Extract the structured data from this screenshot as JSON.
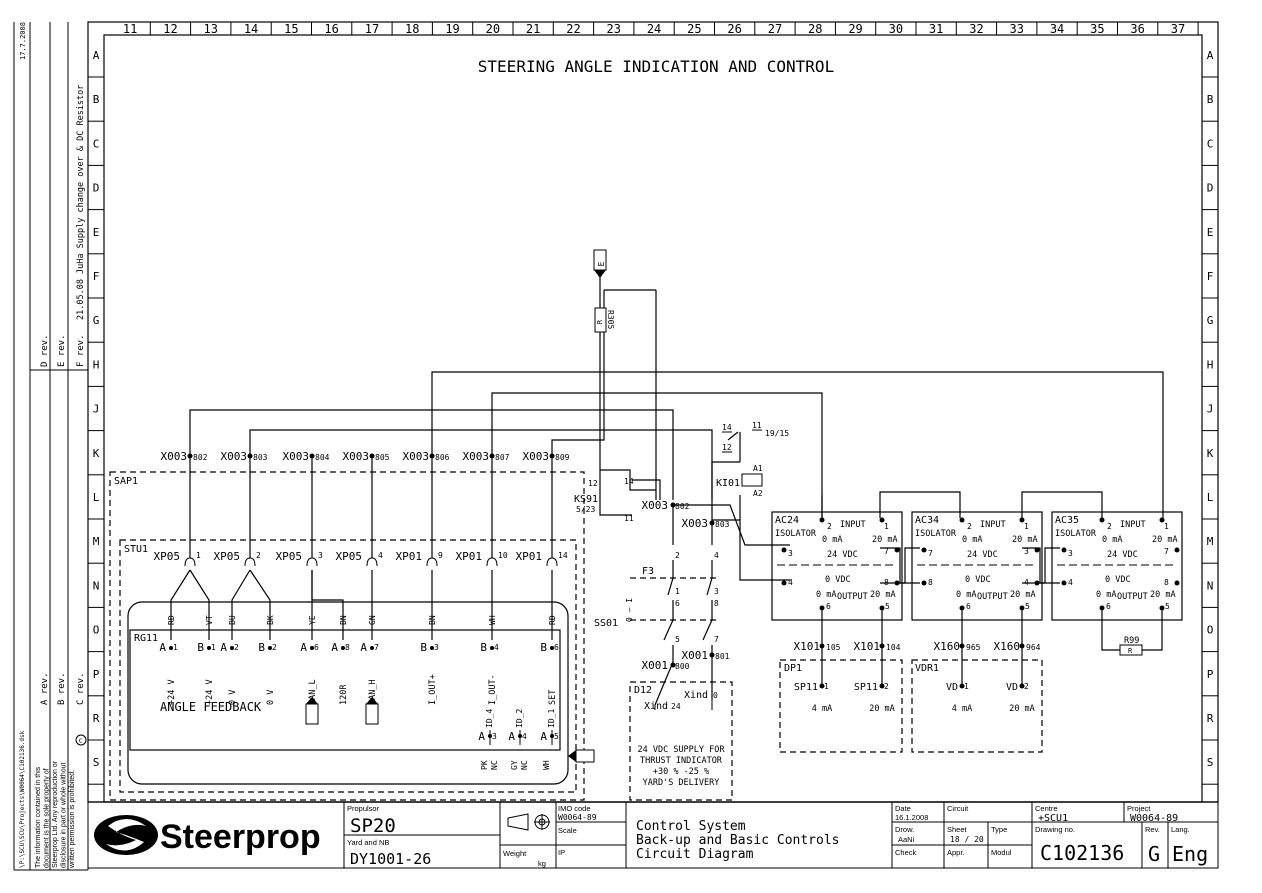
{
  "title": "STEERING ANGLE INDICATION AND CONTROL",
  "column_numbers": [
    "11",
    "12",
    "13",
    "14",
    "15",
    "16",
    "17",
    "18",
    "19",
    "20",
    "21",
    "22",
    "23",
    "24",
    "25",
    "26",
    "27",
    "28",
    "29",
    "30",
    "31",
    "32",
    "33",
    "34",
    "35",
    "36",
    "37"
  ],
  "row_letters": [
    "A",
    "B",
    "C",
    "D",
    "E",
    "F",
    "G",
    "H",
    "J",
    "K",
    "L",
    "M",
    "N",
    "O",
    "P",
    "R",
    "S"
  ],
  "revisions": {
    "rev_labels": [
      "D rev.",
      "E rev.",
      "F rev.",
      "A rev.",
      "B rev.",
      "C rev."
    ],
    "f_rev_note": "21.05.08 JuHa Supply change over & DC Resistor",
    "top_date": "17.7.2008",
    "file_path": "\\P:\\SCU\\SCU\\Projects\\W0064\\C102136.dsk",
    "disclaimer": [
      "The information contained in this",
      "document is the sole property of",
      "Steerprop Ltd. Any reproduction or",
      "disclosure in part or whole without",
      "written permission is prohibited."
    ]
  },
  "connectors_top": [
    {
      "name": "X003",
      "pin": "802"
    },
    {
      "name": "X003",
      "pin": "803"
    },
    {
      "name": "X003",
      "pin": "804"
    },
    {
      "name": "X003",
      "pin": "805"
    },
    {
      "name": "X003",
      "pin": "806"
    },
    {
      "name": "X003",
      "pin": "807"
    },
    {
      "name": "X003",
      "pin": "809"
    }
  ],
  "sap1": "SAP1",
  "stu1": "STU1",
  "xp_pins": [
    {
      "name": "XP05",
      "pin": "1"
    },
    {
      "name": "XP05",
      "pin": "2"
    },
    {
      "name": "XP05",
      "pin": "3"
    },
    {
      "name": "XP05",
      "pin": "4"
    },
    {
      "name": "XP01",
      "pin": "9"
    },
    {
      "name": "XP01",
      "pin": "10"
    },
    {
      "name": "XP01",
      "pin": "14"
    }
  ],
  "wire_colors": [
    "RD",
    "VT",
    "BU",
    "BK",
    "YE",
    "BN",
    "GN",
    "BN",
    "WH",
    "RD"
  ],
  "rg11": {
    "name": "RG11",
    "pins": [
      {
        "row": "A",
        "num": "1",
        "label": "+24 V"
      },
      {
        "row": "B",
        "num": "1",
        "label": "+24 V"
      },
      {
        "row": "A",
        "num": "2",
        "label": "0 V"
      },
      {
        "row": "B",
        "num": "2",
        "label": "0 V"
      },
      {
        "row": "A",
        "num": "6",
        "label": "CAN_L"
      },
      {
        "row": "A",
        "num": "8",
        "label": "120R"
      },
      {
        "row": "A",
        "num": "7",
        "label": "CAN_H"
      },
      {
        "row": "B",
        "num": "3",
        "label": "I_OUT+"
      },
      {
        "row": "B",
        "num": "4",
        "label": "I_OUT-"
      },
      {
        "row": "B",
        "num": "6",
        "label": "SET"
      }
    ],
    "angle_feedback": "ANGLE FEEDBACK",
    "id_pins": [
      {
        "label": "ID_4",
        "row": "A",
        "num": "3",
        "color": "PK",
        "nc": "NC"
      },
      {
        "label": "ID_2",
        "row": "A",
        "num": "4",
        "color": "GY",
        "nc": "NC"
      },
      {
        "label": "ID_1",
        "row": "A",
        "num": "5",
        "color": "WH",
        "nc": ""
      }
    ],
    "ref_tags": [
      "B",
      "B"
    ]
  },
  "relay": {
    "e_tag": "E",
    "resistor": "R",
    "resistor_name": "R305",
    "ks91": "KS91",
    "ks91_ref": "5/23",
    "pins": [
      "12",
      "14",
      "11"
    ],
    "contact_14": "14",
    "contact_11": "11",
    "contact_ref": "19/15",
    "contact_12": "12",
    "ki01": "KI01",
    "a1": "A1",
    "a2": "A2",
    "x003_802": {
      "name": "X003",
      "pin": "802"
    },
    "x003_803": {
      "name": "X003",
      "pin": "803"
    },
    "f3": "F3",
    "f3_pins": [
      "2",
      "4",
      "1",
      "3",
      "6",
      "8"
    ],
    "ss01": "SS01",
    "ss01_label": "0 — I",
    "ss01_pins": [
      "5",
      "7"
    ],
    "x001_800": {
      "name": "X001",
      "pin": "800"
    },
    "x001_801": {
      "name": "X001",
      "pin": "801"
    }
  },
  "d12": {
    "name": "D12",
    "xind1": "Xind",
    "pin1": "24",
    "xind2": "Xind",
    "pin2": "0",
    "note": [
      "24 VDC SUPPLY FOR",
      "THRUST INDICATOR",
      "+30 % -25 %",
      "YARD'S DELIVERY"
    ]
  },
  "isolators": [
    {
      "name": "AC24",
      "sub": "ISOLATOR",
      "input": "INPUT",
      "output": "OUTPUT",
      "vdc24": "24 VDC",
      "vdc0": "0 VDC",
      "ma0": "0 mA",
      "ma20": "20 mA",
      "pins": {
        "p2": "2",
        "p1": "1",
        "p3": "3",
        "p7": "7",
        "p4": "4",
        "p8": "8",
        "p6": "6",
        "p5": "5"
      }
    },
    {
      "name": "AC34",
      "sub": "ISOLATOR",
      "input": "INPUT",
      "output": "OUTPUT",
      "vdc24": "24 VDC",
      "vdc0": "0 VDC",
      "ma0": "0 mA",
      "ma20": "20 mA",
      "pins": {
        "p2": "2",
        "p1": "1",
        "p3": "7",
        "p7": "3",
        "p4": "8",
        "p8": "4",
        "p6": "6",
        "p5": "5"
      }
    },
    {
      "name": "AC35",
      "sub": "ISOLATOR",
      "input": "INPUT",
      "output": "OUTPUT",
      "vdc24": "24 VDC",
      "vdc0": "0 VDC",
      "ma0": "0 mA",
      "ma20": "20 mA",
      "pins": {
        "p2": "2",
        "p1": "1",
        "p3": "3",
        "p7": "7",
        "p4": "4",
        "p8": "8",
        "p6": "6",
        "p5": "5"
      }
    }
  ],
  "terminals_bottom": [
    {
      "name": "X101",
      "pin": "105"
    },
    {
      "name": "X101",
      "pin": "104"
    },
    {
      "name": "X160",
      "pin": "965"
    },
    {
      "name": "X160",
      "pin": "964"
    }
  ],
  "r99": {
    "name": "R99",
    "body": "R"
  },
  "dp1": {
    "name": "DP1",
    "p1": {
      "name": "SP11",
      "pin": "1",
      "val": "4 mA"
    },
    "p2": {
      "name": "SP11",
      "pin": "2",
      "val": "20 mA"
    }
  },
  "vdr1": {
    "name": "VDR1",
    "p1": {
      "name": "VD",
      "pin": "1",
      "val": "4 mA"
    },
    "p2": {
      "name": "VD",
      "pin": "2",
      "val": "20 mA"
    }
  },
  "title_block": {
    "logo": "Steerprop",
    "propulsor_label": "Propulsor",
    "propulsor": "SP20",
    "yard_label": "Yard and NB",
    "yard": "DY1001-26",
    "imo_label": "IMO code",
    "imo": "W0064-89",
    "scale_label": "Scale",
    "weight_label": "Weight",
    "weight_unit": "kg",
    "ip_label": "IP",
    "desc": [
      "Control System",
      "Back-up and Basic Controls",
      "Circuit Diagram"
    ],
    "date_label": "Date",
    "date": "16.1.2008",
    "circuit_label": "Circuit",
    "drow_label": "Drow.",
    "drow": "AaNi",
    "sheet_label": "Sheet",
    "sheet": "18 / 20",
    "type_label": "Type",
    "check_label": "Check",
    "appr_label": "Appr.",
    "modul_label": "Modul",
    "centre_label": "Centre",
    "centre": "+SCU1",
    "drawing_label": "Drawing no.",
    "drawing": "C102136",
    "project_label": "Project",
    "project": "W0064-89",
    "rev_label": "Rev.",
    "rev": "G",
    "lang_label": "Lang.",
    "lang": "Eng"
  }
}
